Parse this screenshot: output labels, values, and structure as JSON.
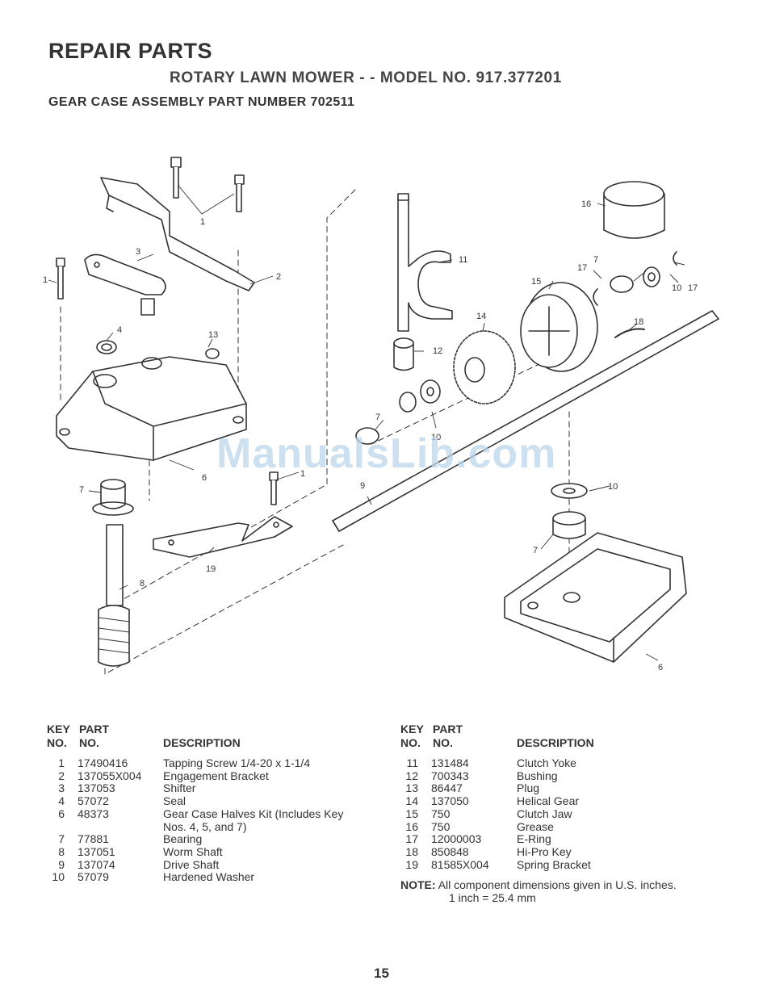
{
  "header": {
    "title": "REPAIR PARTS",
    "subtitle": "ROTARY LAWN MOWER - - MODEL NO. 917.377201",
    "assembly": "GEAR CASE ASSEMBLY PART NUMBER 702511"
  },
  "watermark": "ManualsLib.com",
  "table_headers": {
    "key": "KEY\nNO.",
    "part": "PART\nNO.",
    "description": "DESCRIPTION"
  },
  "parts_left": [
    {
      "key": "1",
      "part": "17490416",
      "desc": "Tapping Screw  1/4-20 x 1-1/4"
    },
    {
      "key": "2",
      "part": "137055X004",
      "desc": "Engagement Bracket"
    },
    {
      "key": "3",
      "part": "137053",
      "desc": "Shifter"
    },
    {
      "key": "4",
      "part": "57072",
      "desc": "Seal"
    },
    {
      "key": "6",
      "part": "48373",
      "desc": "Gear Case Halves Kit (Includes Key"
    },
    {
      "key": "",
      "part": "",
      "desc": "Nos. 4, 5, and 7)"
    },
    {
      "key": "7",
      "part": "77881",
      "desc": "Bearing"
    },
    {
      "key": "8",
      "part": "137051",
      "desc": "Worm Shaft"
    },
    {
      "key": "9",
      "part": "137074",
      "desc": "Drive Shaft"
    },
    {
      "key": "10",
      "part": "57079",
      "desc": "Hardened Washer"
    }
  ],
  "parts_right": [
    {
      "key": "11",
      "part": "131484",
      "desc": "Clutch Yoke"
    },
    {
      "key": "12",
      "part": "700343",
      "desc": "Bushing"
    },
    {
      "key": "13",
      "part": "86447",
      "desc": "Plug"
    },
    {
      "key": "14",
      "part": "137050",
      "desc": "Helical Gear"
    },
    {
      "key": "15",
      "part": "750",
      "desc": "Clutch Jaw"
    },
    {
      "key": "16",
      "part": "750",
      "desc": "Grease"
    },
    {
      "key": "17",
      "part": "12000003",
      "desc": "E-Ring"
    },
    {
      "key": "18",
      "part": "850848",
      "desc": "Hi-Pro Key"
    },
    {
      "key": "19",
      "part": "81585X004",
      "desc": "Spring Bracket"
    }
  ],
  "note": {
    "label": "NOTE:",
    "line1": "All component dimensions given in U.S. inches.",
    "line2": "1 inch = 25.4 mm"
  },
  "diagram_labels": {
    "screw_a": "1",
    "screw_b": "1",
    "screw_c": "1",
    "bracket": "2",
    "shifter": "3",
    "seal": "4",
    "plug": "13",
    "case_upper": "6",
    "case_lower": "6",
    "bearing_a": "7",
    "bearing_b": "7",
    "bearing_c": "7",
    "bearing_d": "7",
    "worm_shaft": "8",
    "drive_shaft": "9",
    "washer_a": "10",
    "washer_b": "10",
    "washer_c": "10",
    "yoke": "11",
    "bushing": "12",
    "gear": "14",
    "clutch": "15",
    "grease": "16",
    "ering_a": "17",
    "ering_b": "17",
    "key_part": "18",
    "spring_bracket": "19"
  },
  "page_number": "15"
}
